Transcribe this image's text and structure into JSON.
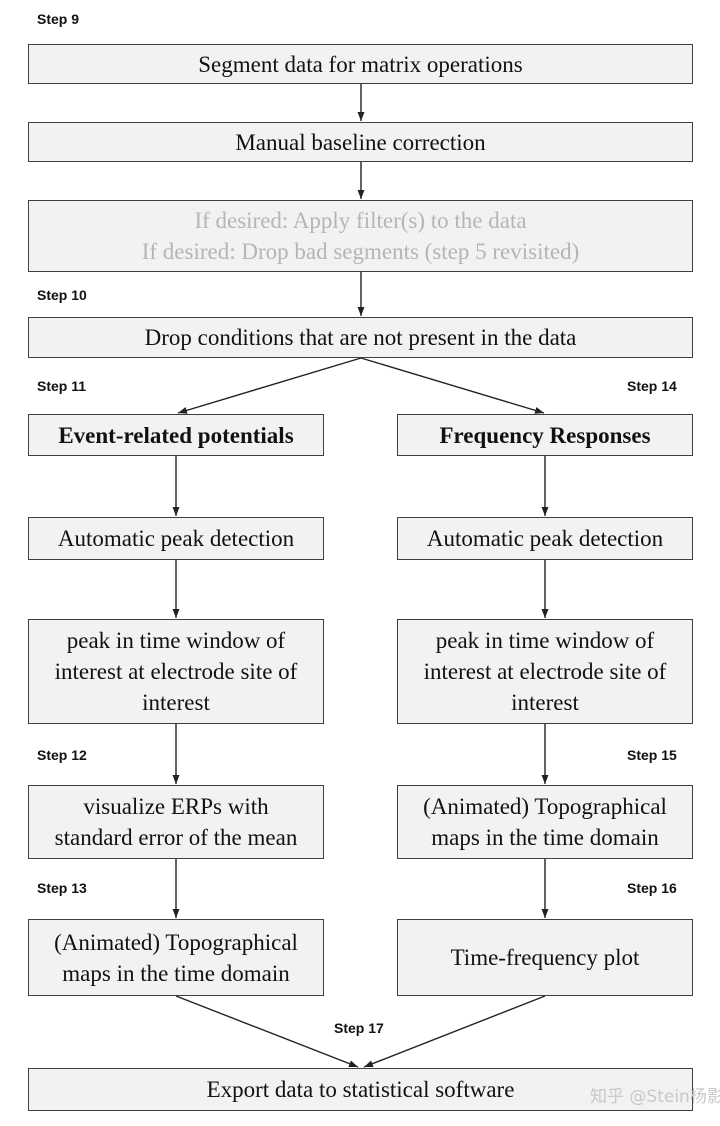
{
  "steps": {
    "s9": "Step 9",
    "s10": "Step 10",
    "s11": "Step 11",
    "s12": "Step 12",
    "s13": "Step 13",
    "s14": "Step 14",
    "s15": "Step 15",
    "s16": "Step 16",
    "s17": "Step 17"
  },
  "boxes": {
    "segment": [
      "Segment data for matrix operations"
    ],
    "baseline": [
      "Manual baseline correction"
    ],
    "optional": [
      "If desired: Apply filter(s) to the data",
      "If desired: Drop bad segments (step 5 revisited)"
    ],
    "drop": [
      "Drop conditions that are not present in the data"
    ],
    "erp": [
      "Event-related potentials"
    ],
    "freq": [
      "Frequency Responses"
    ],
    "peak_left": [
      "Automatic peak detection"
    ],
    "peak_right": [
      "Automatic peak detection"
    ],
    "window_left": [
      "peak in time window of",
      "interest at electrode site of",
      "interest"
    ],
    "window_right": [
      "peak in time window of",
      "interest at electrode site of",
      "interest"
    ],
    "visualize": [
      "visualize ERPs with",
      "standard error of the mean"
    ],
    "topo_right": [
      "(Animated) Topographical",
      "maps in the time domain"
    ],
    "topo_left": [
      "(Animated) Topographical",
      "maps in the time domain"
    ],
    "timefreq": [
      "Time-frequency plot"
    ],
    "export": [
      "Export data to statistical software"
    ]
  },
  "watermark": "知乎 @Stein杨影",
  "colors": {
    "box_fill": "#f2f2f2",
    "border": "#404040",
    "faded_text": "#b5b5b5"
  }
}
